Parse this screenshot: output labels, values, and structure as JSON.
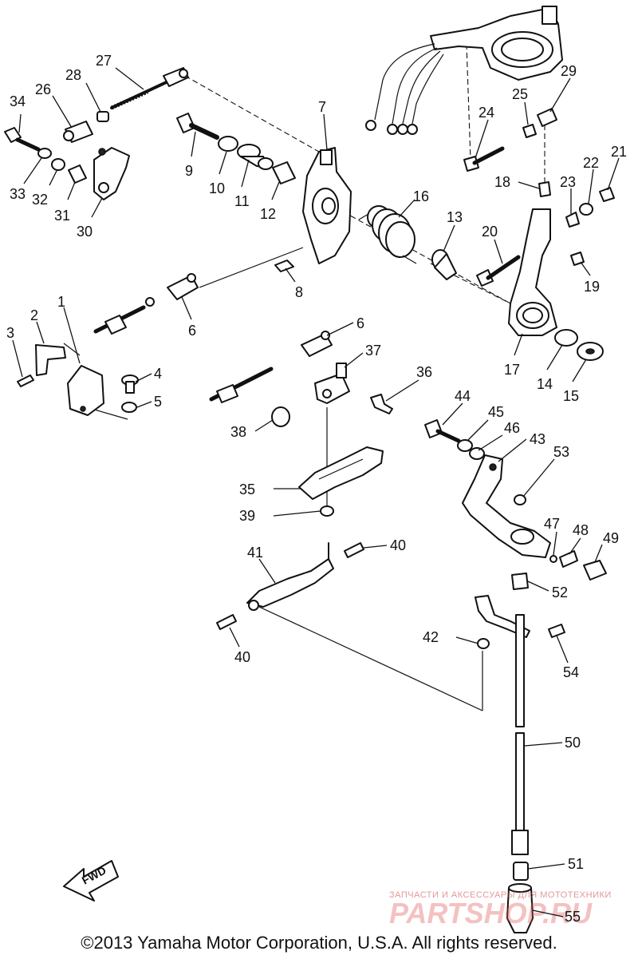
{
  "callouts": {
    "c1": "1",
    "c2": "2",
    "c3": "3",
    "c4": "4",
    "c5": "5",
    "c6a": "6",
    "c6b": "6",
    "c7": "7",
    "c8": "8",
    "c9": "9",
    "c10": "10",
    "c11": "11",
    "c12": "12",
    "c13": "13",
    "c14": "14",
    "c15": "15",
    "c16": "16",
    "c17": "17",
    "c18": "18",
    "c19": "19",
    "c20": "20",
    "c21": "21",
    "c22": "22",
    "c23": "23",
    "c24": "24",
    "c25": "25",
    "c26": "26",
    "c27": "27",
    "c28": "28",
    "c29": "29",
    "c30": "30",
    "c31": "31",
    "c32": "32",
    "c33": "33",
    "c34": "34",
    "c35": "35",
    "c36": "36",
    "c37": "37",
    "c38": "38",
    "c39": "39",
    "c40a": "40",
    "c40b": "40",
    "c41": "41",
    "c42": "42",
    "c43": "43",
    "c44": "44",
    "c45": "45",
    "c46": "46",
    "c47": "47",
    "c48": "48",
    "c49": "49",
    "c50": "50",
    "c51": "51",
    "c52": "52",
    "c53": "53",
    "c54": "54",
    "c55": "55"
  },
  "fwd_label": "FWD",
  "watermark": {
    "tagline": "ЗАПЧАСТИ И АКСЕССУАРЫ ДЛЯ МОТОТЕХНИКИ",
    "brand": "PARTSHOP.RU"
  },
  "copyright": "©2013 Yamaha Motor Corporation, U.S.A. All rights reserved."
}
